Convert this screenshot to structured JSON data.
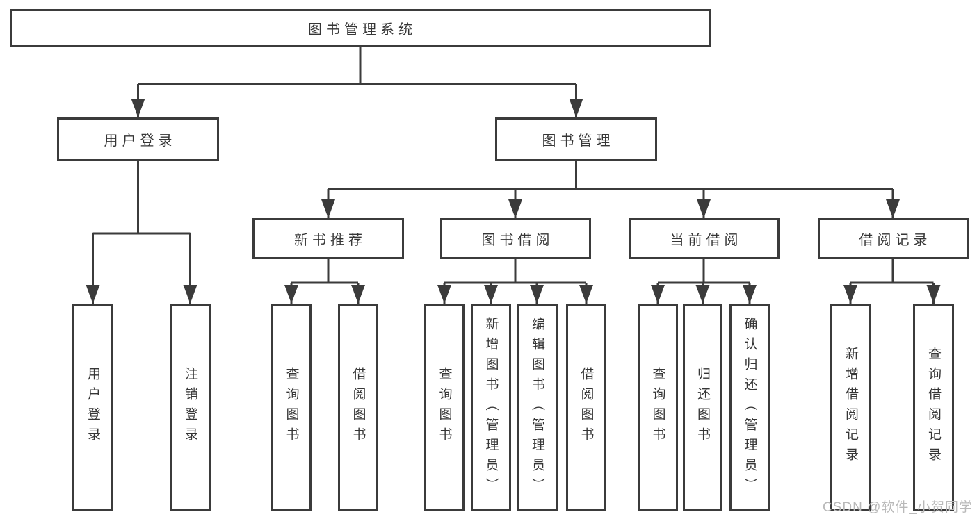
{
  "diagram": {
    "root": {
      "label": "图书管理系统"
    },
    "level2": {
      "user_login": {
        "label": "用户登录"
      },
      "book_mgmt": {
        "label": "图书管理"
      }
    },
    "level3": {
      "new_book_rec": {
        "label": "新书推荐"
      },
      "book_borrow": {
        "label": "图书借阅"
      },
      "current_borrow": {
        "label": "当前借阅"
      },
      "borrow_records": {
        "label": "借阅记录"
      }
    },
    "leaves": {
      "user_login_leaf": {
        "label": "用户登录"
      },
      "logout_leaf": {
        "label": "注销登录"
      },
      "rec_query_book": {
        "label": "查询图书"
      },
      "rec_borrow_book": {
        "label": "借阅图书"
      },
      "bor_query_book": {
        "label": "查询图书"
      },
      "bor_add_book_admin": {
        "label": "新增图书（管理员）"
      },
      "bor_edit_book_admin": {
        "label": "编辑图书（管理员）"
      },
      "bor_borrow_book": {
        "label": "借阅图书"
      },
      "cur_query_book": {
        "label": "查询图书"
      },
      "cur_return_book": {
        "label": "归还图书"
      },
      "cur_confirm_return_admin": {
        "label": "确认归还（管理员）"
      },
      "recd_add_record": {
        "label": "新增借阅记录"
      },
      "recd_query_record": {
        "label": "查询借阅记录"
      }
    }
  },
  "watermark": {
    "text": "CSDN @软件_小贺同学"
  },
  "colors": {
    "line": "#3b3b3b",
    "text": "#363636",
    "watermark": "#b9b9b9",
    "background": "#ffffff"
  }
}
